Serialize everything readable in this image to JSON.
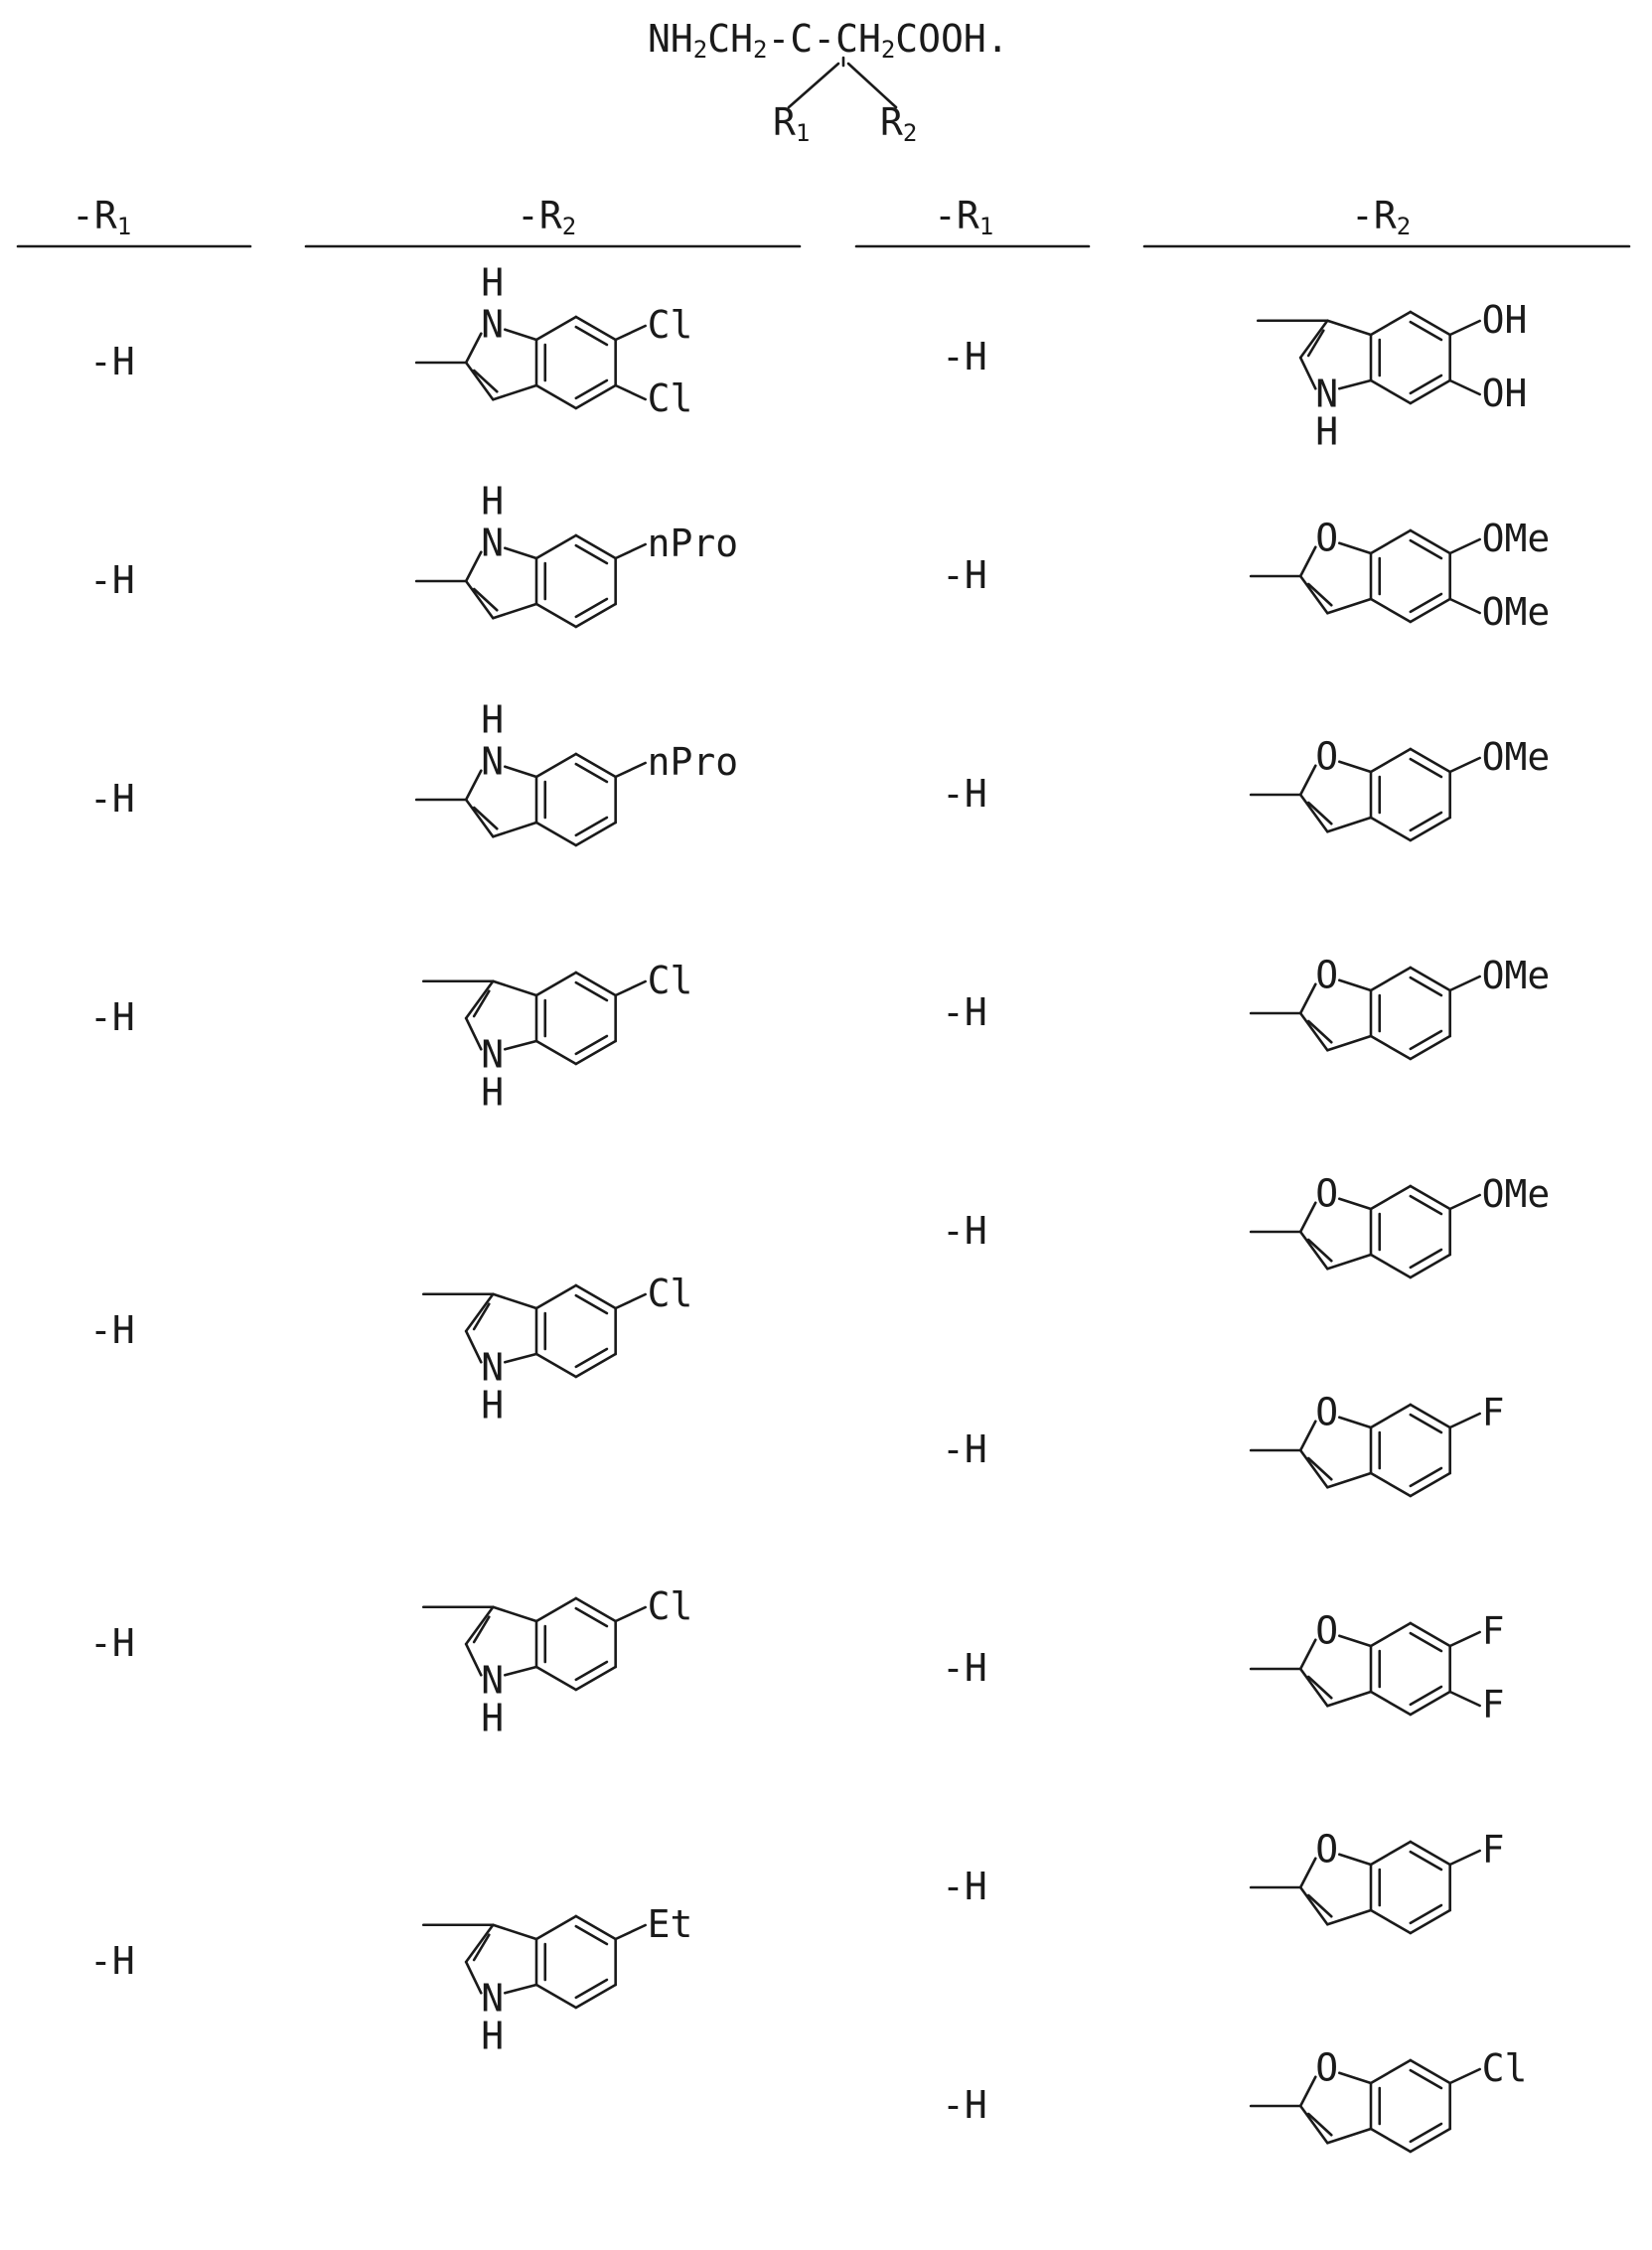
{
  "formula": {
    "prefix": "NH",
    "sub1": "2",
    "part2": "CH",
    "sub2": "2",
    "center": "-C-CH",
    "sub3": "2",
    "suffix": "COOH.",
    "r1": "R",
    "r1_sub": "1",
    "r2": "R",
    "r2_sub": "2"
  },
  "headers": {
    "left_r1": "-R",
    "left_r1_sub": "1",
    "left_r2": "-R",
    "left_r2_sub": "2",
    "right_r1": "-R",
    "right_r1_sub": "1",
    "right_r2": "-R",
    "right_r2_sub": "2"
  },
  "left_rows": [
    {
      "r1": "-H",
      "r2": {
        "scaffold": "indol-2-yl",
        "nh_label": "H",
        "n_label": "N",
        "substituents": [
          "Cl",
          "Cl"
        ]
      }
    },
    {
      "r1": "-H",
      "r2": {
        "scaffold": "indol-2-yl",
        "nh_label": "H",
        "n_label": "N",
        "substituents": [
          "nPro"
        ]
      }
    },
    {
      "r1": "-H",
      "r2": {
        "scaffold": "indol-2-yl",
        "nh_label": "H",
        "n_label": "N",
        "substituents": [
          "nPro"
        ]
      }
    },
    {
      "r1": "-H",
      "r2": {
        "scaffold": "indol-3-yl",
        "nh_label": "H",
        "n_label": "N",
        "substituents": [
          "Cl"
        ]
      }
    },
    {
      "r1": "-H",
      "r2": {
        "scaffold": "indol-3-yl",
        "nh_label": "H",
        "n_label": "N",
        "substituents": [
          "Cl"
        ]
      }
    },
    {
      "r1": "-H",
      "r2": {
        "scaffold": "indol-3-yl",
        "nh_label": "H",
        "n_label": "N",
        "substituents": [
          "Cl"
        ]
      }
    },
    {
      "r1": "-H",
      "r2": {
        "scaffold": "indol-3-yl",
        "nh_label": "H",
        "n_label": "N",
        "substituents": [
          "Et"
        ]
      }
    }
  ],
  "right_rows": [
    {
      "r1": "-H",
      "r2": {
        "scaffold": "indol-3-yl",
        "nh_label": "H",
        "n_label": "N",
        "substituents": [
          "OH",
          "OH"
        ]
      }
    },
    {
      "r1": "-H",
      "r2": {
        "scaffold": "benzofuran-2-yl",
        "o_label": "O",
        "substituents": [
          "OMe",
          "OMe"
        ]
      }
    },
    {
      "r1": "-H",
      "r2": {
        "scaffold": "benzofuran-2-yl",
        "o_label": "O",
        "substituents": [
          "OMe"
        ]
      }
    },
    {
      "r1": "-H",
      "r2": {
        "scaffold": "benzofuran-2-yl",
        "o_label": "O",
        "substituents": [
          "OMe"
        ]
      }
    },
    {
      "r1": "-H",
      "r2": {
        "scaffold": "benzofuran-2-yl",
        "o_label": "O",
        "substituents": [
          "OMe"
        ]
      }
    },
    {
      "r1": "-H",
      "r2": {
        "scaffold": "benzofuran-2-yl",
        "o_label": "O",
        "substituents": [
          "F"
        ]
      }
    },
    {
      "r1": "-H",
      "r2": {
        "scaffold": "benzofuran-2-yl",
        "o_label": "O",
        "substituents": [
          "F",
          "F"
        ]
      }
    },
    {
      "r1": "-H",
      "r2": {
        "scaffold": "benzofuran-2-yl",
        "o_label": "O",
        "substituents": [
          "F"
        ]
      }
    },
    {
      "r1": "-H",
      "r2": {
        "scaffold": "benzofuran-2-yl",
        "o_label": "O",
        "substituents": [
          "Cl"
        ]
      }
    }
  ]
}
